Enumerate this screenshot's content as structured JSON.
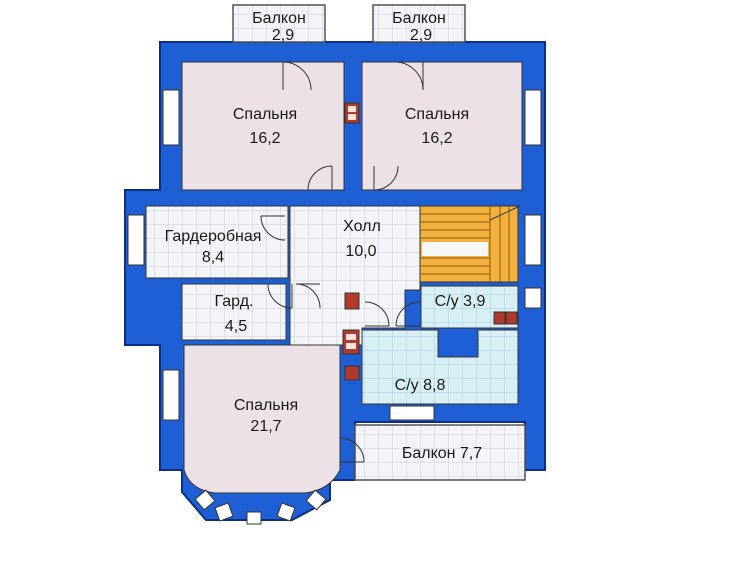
{
  "rooms": {
    "balcony_left": {
      "name": "Балкон",
      "area": "2,9"
    },
    "balcony_right": {
      "name": "Балкон",
      "area": "2,9"
    },
    "bedroom_left": {
      "name": "Спальня",
      "area": "16,2"
    },
    "bedroom_right": {
      "name": "Спальня",
      "area": "16,2"
    },
    "wardrobe": {
      "name": "Гардеробная",
      "area": "8,4"
    },
    "hall": {
      "name": "Холл",
      "area": "10,0"
    },
    "small_wardrobe": {
      "name": "Гард.",
      "area": "4,5"
    },
    "bathroom_small": {
      "label": "С/у 3,9"
    },
    "bathroom_large": {
      "label": "С/у 8,8"
    },
    "bedroom_bottom": {
      "name": "Спальня",
      "area": "21,7"
    },
    "balcony_bottom": {
      "label": "Балкон 7,7"
    }
  },
  "colors": {
    "wall": "#1f5fd6",
    "wall_outline": "#0b2f86",
    "bedroom_floor": "#ebe1e6",
    "grid_floor": "#f2f4f7",
    "grid_line": "#c9ced6",
    "bath_floor": "#d8eff6",
    "stair": "#f2b03c",
    "chimney": "#b03b2a"
  }
}
